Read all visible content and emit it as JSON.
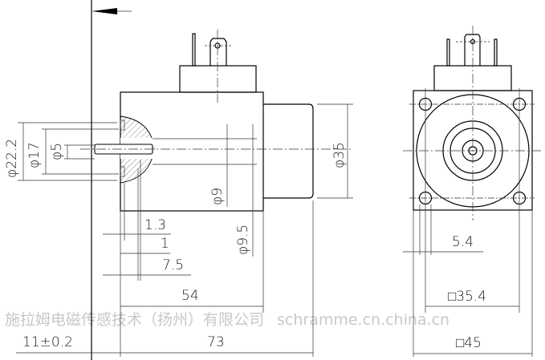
{
  "drawing": {
    "side_view_dims": {
      "d22_2": "φ22.2",
      "d17": "φ17",
      "d5": "φ5",
      "d9": "φ9",
      "d9_5": "φ9.5",
      "d35": "φ35",
      "len1_3": "1.3",
      "len1": "1",
      "len7_5": "7.5",
      "len54": "54",
      "len73": "73",
      "len11": "11±0.2"
    },
    "front_view_dims": {
      "len5_4": "5.4",
      "sq35_4": "□35.4",
      "sq45": "□45"
    },
    "watermark": {
      "company": "施拉姆电磁传感技术（扬州）有限公司",
      "site": "schramme.cn.china.cn"
    }
  }
}
